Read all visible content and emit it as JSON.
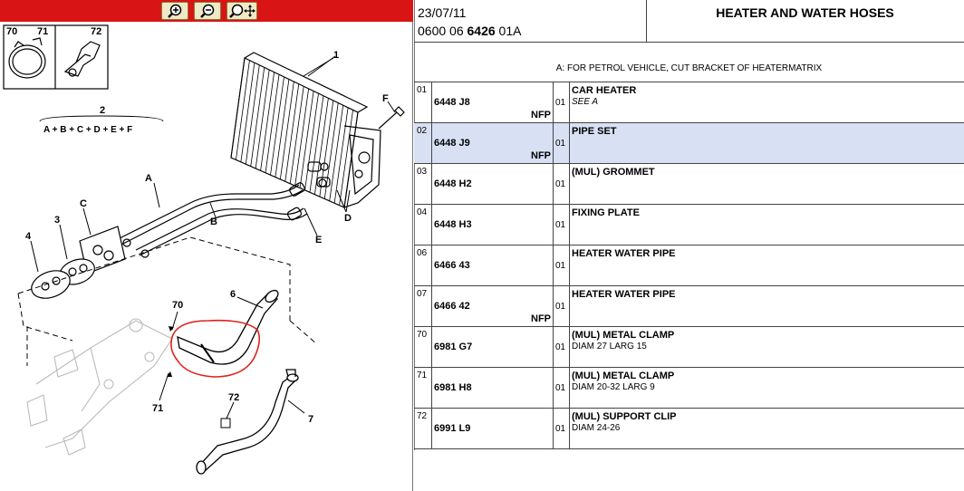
{
  "toolbar": {
    "bg": "#d81414",
    "buttons": [
      {
        "name": "zoom-in-button",
        "icon": "zoom-in-icon"
      },
      {
        "name": "zoom-out-button",
        "icon": "zoom-out-icon"
      },
      {
        "name": "zoom-pan-button",
        "icon": "zoom-move-icon"
      }
    ]
  },
  "diagram": {
    "inset_labels": [
      "70",
      "71",
      "72"
    ],
    "group_label": "2",
    "group_formula": "A + B + C + D + E + F",
    "callouts": [
      "1",
      "F",
      "A",
      "B",
      "C",
      "3",
      "4",
      "D",
      "E",
      "6",
      "70",
      "71",
      "72",
      "7"
    ],
    "highlight_color": "#e0201c"
  },
  "header": {
    "date": "23/07/11",
    "code_prefix": "0600 06 ",
    "code_bold": "6426",
    "code_suffix": " 01A",
    "title": "HEATER AND WATER HOSES",
    "note": "A: FOR PETROL VEHICLE, CUT BRACKET OF HEATERMATRIX"
  },
  "parts": [
    {
      "idx": "01",
      "ref": "6448 J8",
      "nfp": "NFP",
      "qty": "01",
      "desc": "CAR HEATER",
      "sub": "SEE A",
      "sub_italic": true,
      "selected": false
    },
    {
      "idx": "02",
      "ref": "6448 J9",
      "nfp": "NFP",
      "qty": "01",
      "desc": "PIPE SET",
      "sub": "",
      "sub_italic": false,
      "selected": true
    },
    {
      "idx": "03",
      "ref": "6448 H2",
      "nfp": "",
      "qty": "01",
      "desc": "(MUL) GROMMET",
      "sub": "",
      "sub_italic": false,
      "selected": false
    },
    {
      "idx": "04",
      "ref": "6448 H3",
      "nfp": "",
      "qty": "01",
      "desc": "FIXING PLATE",
      "sub": "",
      "sub_italic": false,
      "selected": false
    },
    {
      "idx": "06",
      "ref": "6466 43",
      "nfp": "",
      "qty": "01",
      "desc": "HEATER WATER PIPE",
      "sub": "",
      "sub_italic": false,
      "selected": false
    },
    {
      "idx": "07",
      "ref": "6466 42",
      "nfp": "NFP",
      "qty": "01",
      "desc": "HEATER WATER PIPE",
      "sub": "",
      "sub_italic": false,
      "selected": false
    },
    {
      "idx": "70",
      "ref": "6981 G7",
      "nfp": "",
      "qty": "01",
      "desc": "(MUL) METAL CLAMP",
      "sub": "DIAM 27 LARG 15",
      "sub_italic": false,
      "selected": false
    },
    {
      "idx": "71",
      "ref": "6981 H8",
      "nfp": "",
      "qty": "01",
      "desc": "(MUL) METAL CLAMP",
      "sub": "DIAM 20-32 LARG 9",
      "sub_italic": false,
      "selected": false
    },
    {
      "idx": "72",
      "ref": "6991 L9",
      "nfp": "",
      "qty": "01",
      "desc": "(MUL) SUPPORT CLIP",
      "sub": "DIAM 24-26",
      "sub_italic": false,
      "selected": false
    }
  ]
}
